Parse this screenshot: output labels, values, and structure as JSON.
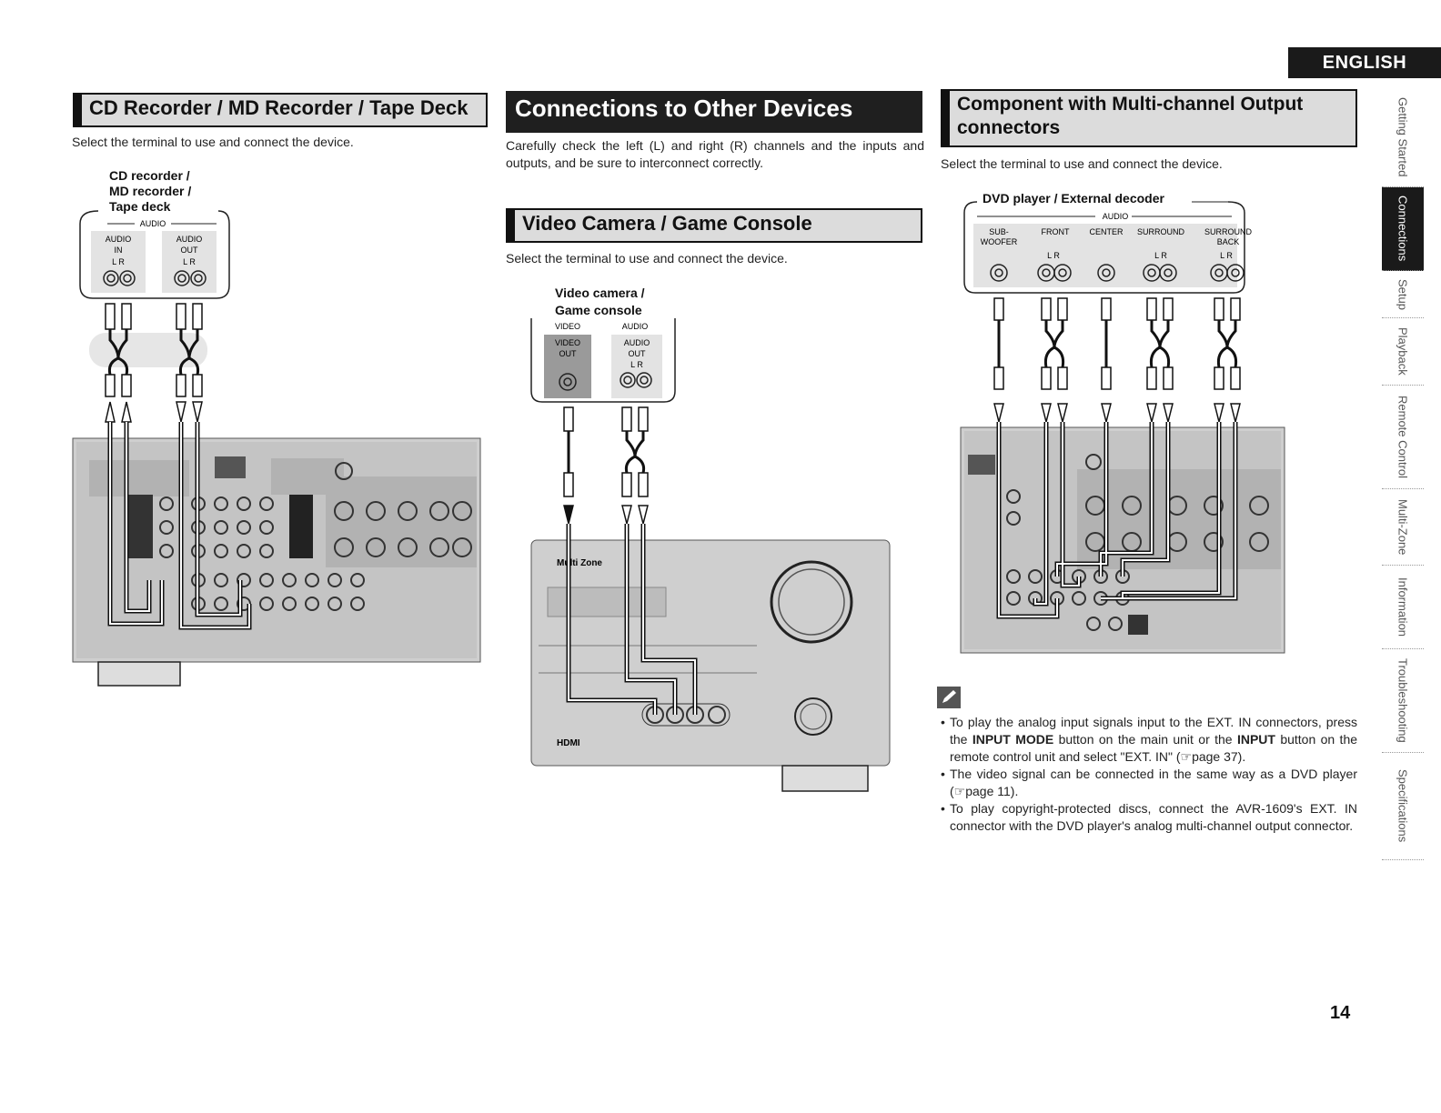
{
  "language_tab": "ENGLISH",
  "page_number": "14",
  "side_nav": [
    {
      "label": "Getting Started",
      "active": false
    },
    {
      "label": "Connections",
      "active": true
    },
    {
      "label": "Setup",
      "active": false
    },
    {
      "label": "Playback",
      "active": false
    },
    {
      "label": "Remote Control",
      "active": false
    },
    {
      "label": "Multi-Zone",
      "active": false
    },
    {
      "label": "Information",
      "active": false
    },
    {
      "label": "Troubleshooting",
      "active": false
    },
    {
      "label": "Specifications",
      "active": false
    }
  ],
  "cd_section": {
    "title": "CD Recorder / MD Recorder / Tape Deck",
    "desc": "Select the terminal to use and connect the device.",
    "device": "CD recorder /\nMD recorder /\nTape deck",
    "audio": "AUDIO",
    "audio_in": "AUDIO\nIN",
    "audio_out": "AUDIO\nOUT",
    "lr": "L  R"
  },
  "connections_section": {
    "title": "Connections to Other Devices",
    "desc": "Carefully check the left (L) and right (R) channels and the inputs and outputs, and be sure to interconnect correctly."
  },
  "video_section": {
    "title": "Video Camera / Game Console",
    "desc": "Select the terminal to use and connect the device.",
    "device": "Video camera /\nGame console",
    "video": "VIDEO",
    "audio": "AUDIO",
    "video_out": "VIDEO\nOUT",
    "audio_out": "AUDIO\nOUT",
    "lr": "L  R",
    "front_label": "Multi Zone"
  },
  "multich_section": {
    "title": "Component with Multi-channel Output connectors",
    "desc": "Select the terminal to use and connect the device.",
    "device": "DVD player / External decoder",
    "audio": "AUDIO",
    "ports": [
      "SUB-\nWOOFER",
      "FRONT",
      "CENTER",
      "SURROUND",
      "SURROUND\nBACK"
    ],
    "lr": "L  R"
  },
  "notes": {
    "n1_a": "To play the analog input signals input to the EXT. IN connectors, press the ",
    "n1_b": "INPUT MODE",
    "n1_c": " button on the main unit or the ",
    "n1_d": "INPUT",
    "n1_e": " button on the remote control unit and select \"EXT. IN\" (",
    "n1_f": "page 37).",
    "n2_a": "The video signal can be connected in the same way as a DVD player (",
    "n2_b": "page 11).",
    "n3": "To play copyright-protected discs, connect the AVR-1609's EXT. IN connector with the DVD player's analog multi-channel output connector."
  },
  "colors": {
    "dark": "#1f1f1f",
    "header_gray": "#dcdcdc",
    "panel_gray": "#c8c8c8"
  }
}
